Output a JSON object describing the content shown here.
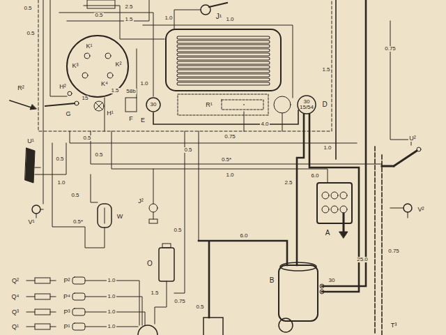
{
  "diagram": {
    "nodes": [
      {
        "text": [
          "30"
        ]
      },
      {
        "text": [
          "30",
          "15/54"
        ]
      }
    ],
    "edges": [
      {
        "from": 0,
        "to": 1,
        "arrow": "none",
        "label": "4.0"
      }
    ],
    "labels": [
      "0.5",
      "0.5",
      "2.5",
      "1.5",
      "1.0",
      "1.0",
      "0.5",
      "J¹",
      "K¹",
      "K³",
      "K²",
      "K⁴",
      "1.5",
      "H²",
      "15",
      "58b",
      "1.0",
      "G",
      "H¹",
      "F",
      "E",
      "R¹",
      "D",
      "1.5",
      "0.75",
      "R²",
      "0.5",
      "0.5",
      "0.5",
      "0.75",
      "1.0",
      "0.5*",
      "1.0",
      "0.5",
      "1.0",
      "U¹",
      "0.5",
      "V¹",
      "0.5*",
      "W",
      "J²",
      "0.5",
      "6.0",
      "2.5",
      "6.0",
      "A",
      "25.0",
      "0.75",
      "U²",
      "V²",
      "B",
      "30",
      "O",
      "Q²",
      "Q⁴",
      "Q³",
      "Q¹",
      "P²",
      "P⁴",
      "P³",
      "P¹",
      "1.0",
      "1.0",
      "1.0",
      "1.0",
      "1.5",
      "0.75",
      "0.5",
      "T³"
    ]
  }
}
